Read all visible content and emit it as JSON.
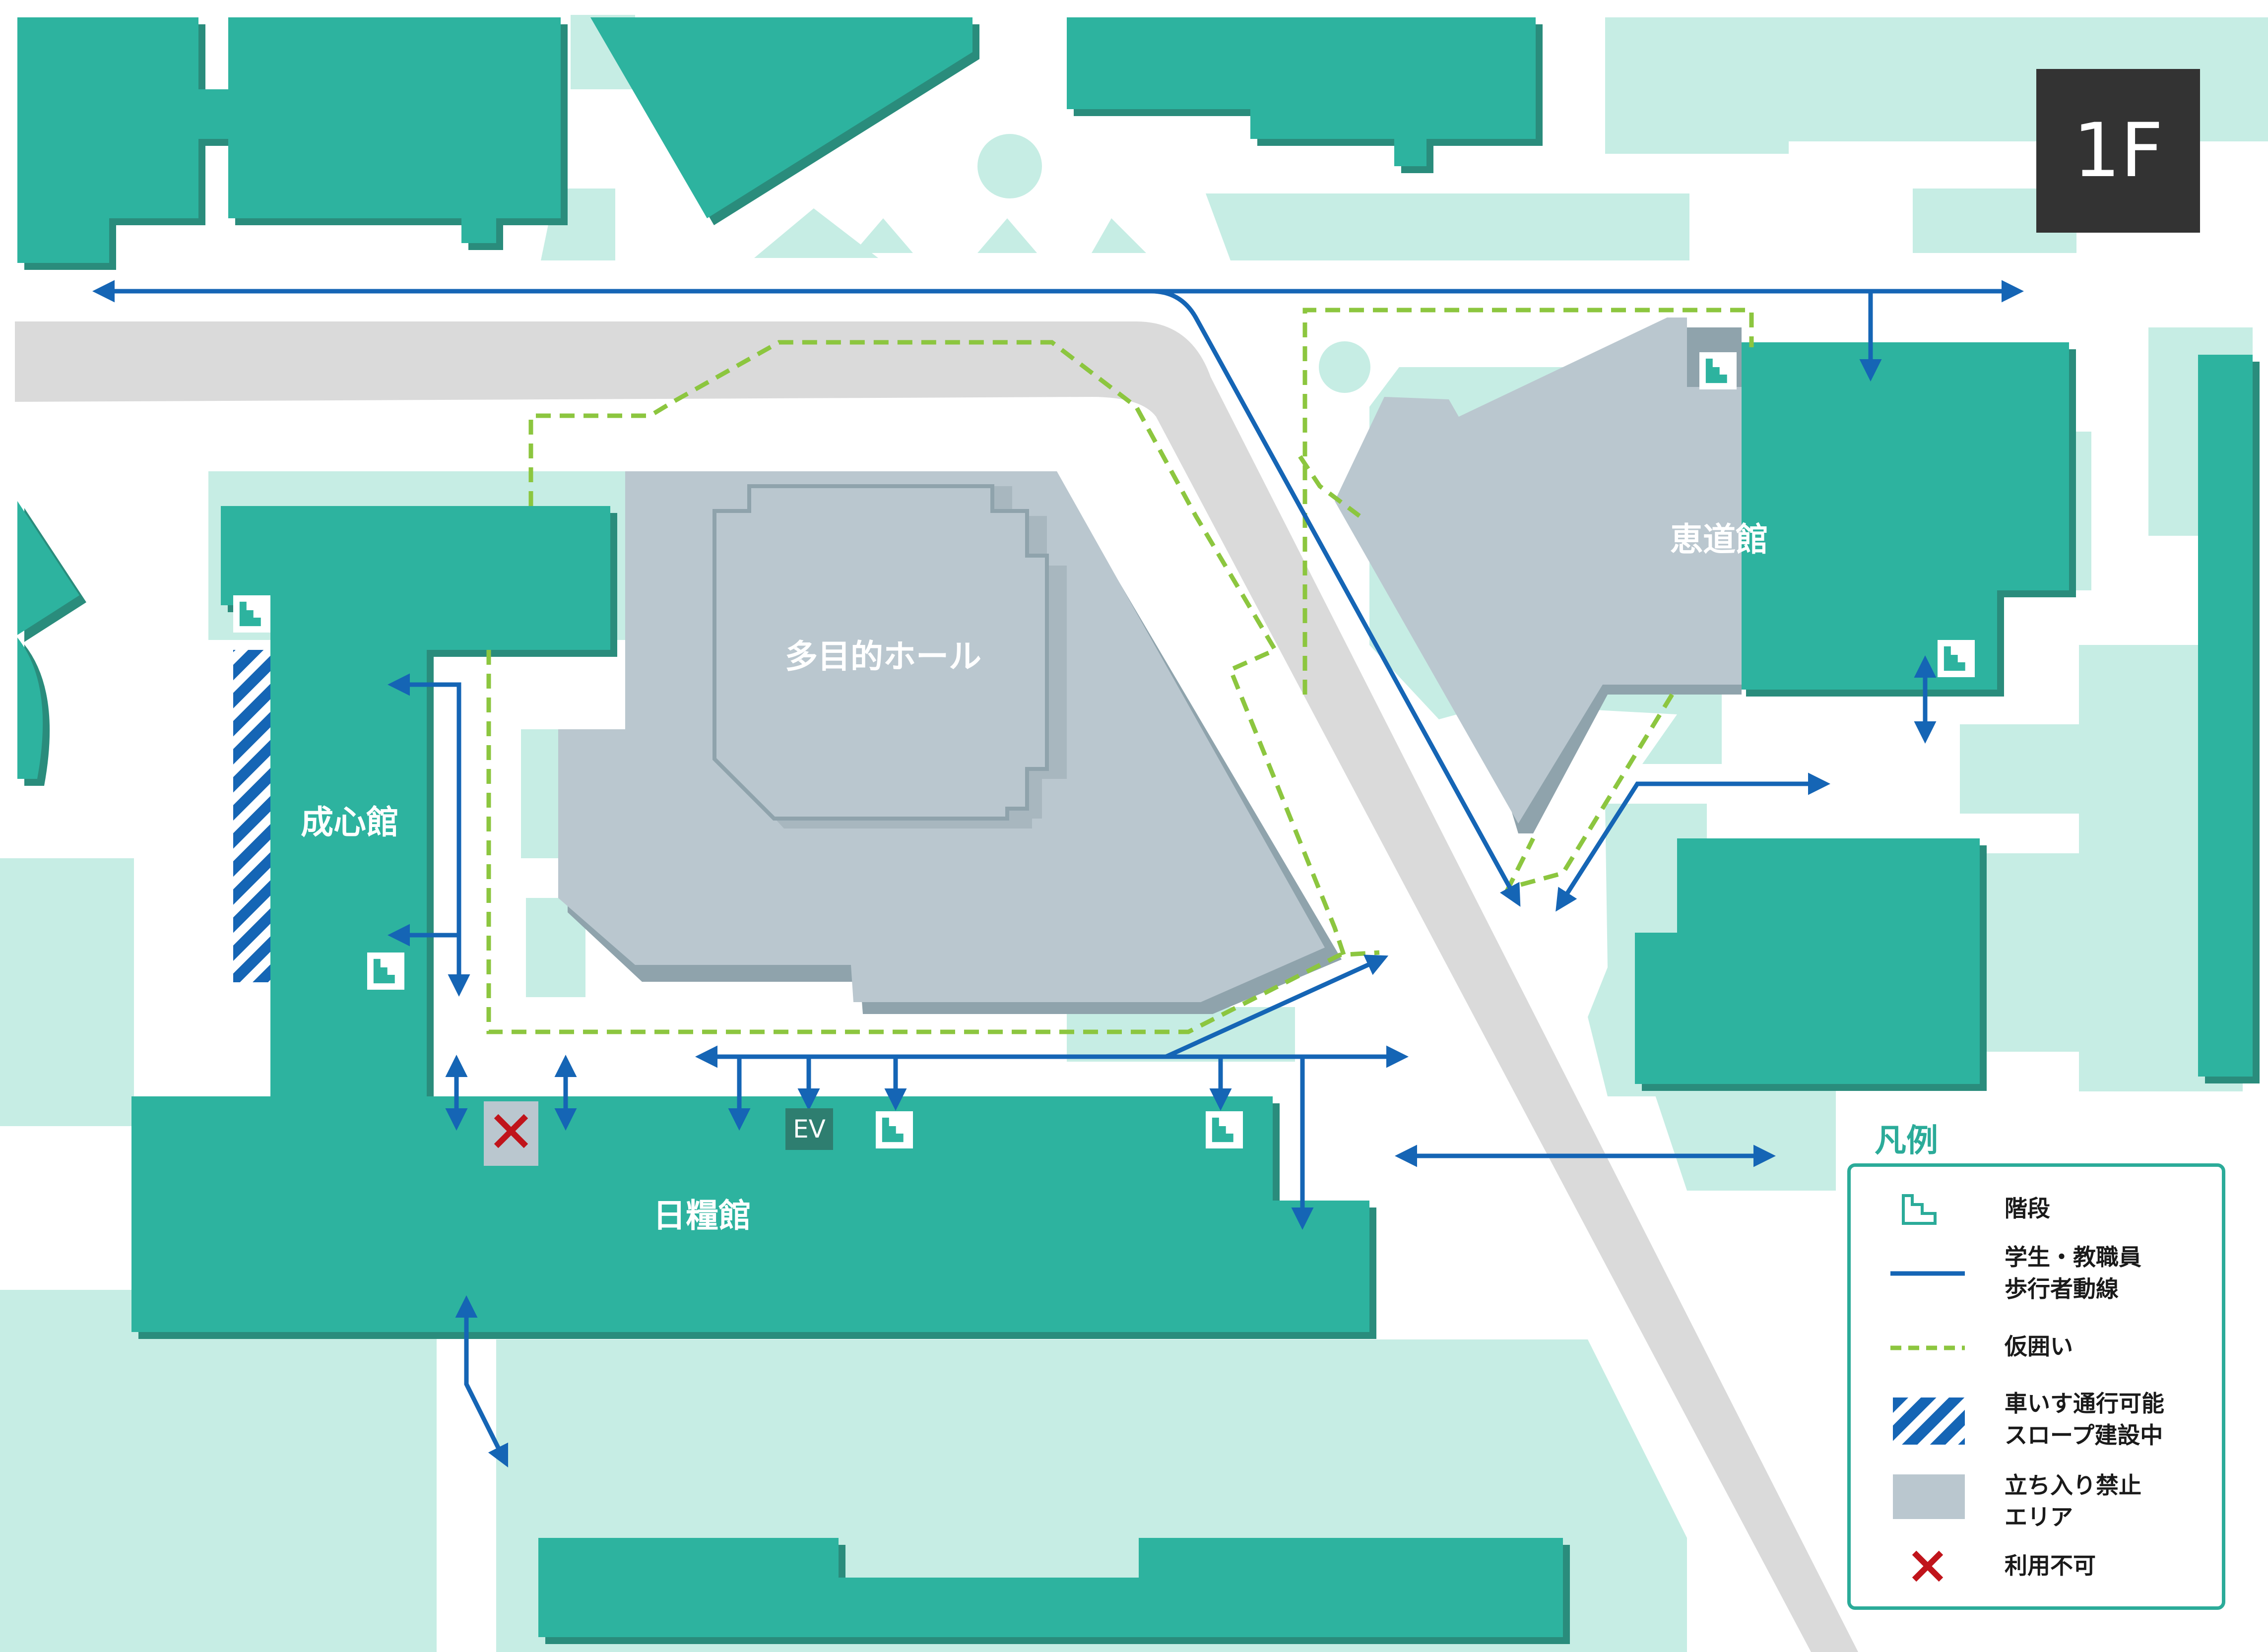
{
  "floor": "1F",
  "buildings": {
    "hall": "多目的ホール",
    "keidokan": "恵道館",
    "seishinkan": "成心館",
    "nikkokan": "日糧館"
  },
  "ev_label": "EV",
  "legend": {
    "title": "凡例",
    "items": [
      {
        "icon": "stairs-icon",
        "label": "階段"
      },
      {
        "icon": "pedestrian-route-icon",
        "label": "学生・教職員\n歩行者動線"
      },
      {
        "icon": "temporary-fence-icon",
        "label": "仮囲い"
      },
      {
        "icon": "slope-construction-icon",
        "label": "車いす通行可能\nスロープ建設中"
      },
      {
        "icon": "restricted-area-icon",
        "label": "立ち入り禁止\nエリア"
      },
      {
        "icon": "unavailable-icon",
        "label": "利用不可"
      }
    ]
  },
  "colors": {
    "building": "#2db39f",
    "building_shadow": "#2a8c7c",
    "ground": "#c6ede4",
    "road": "#dadada",
    "restricted": "#bac7cf",
    "restricted_shadow": "#8fa3ac",
    "route": "#1565b5",
    "fence": "#8cc63f",
    "unavailable": "#c0141b"
  }
}
